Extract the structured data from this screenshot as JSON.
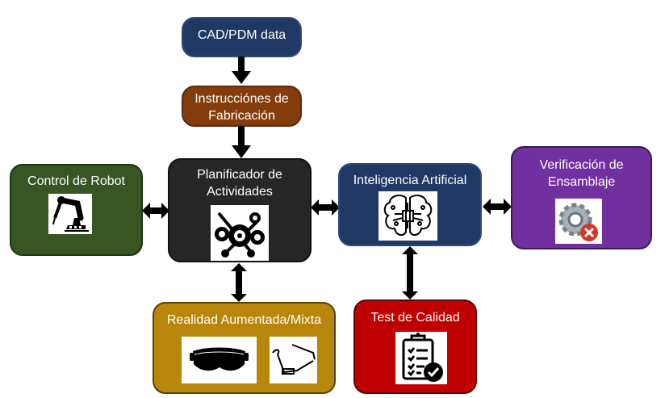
{
  "diagram": {
    "nodes": {
      "cad": {
        "label": "CAD/PDM data",
        "color": "#1f3864"
      },
      "instrucciones": {
        "label": "Instrucciónes de Fabricación",
        "line1": "Instrucciónes de",
        "line2": "Fabricación",
        "color": "#843c0c"
      },
      "robot": {
        "label": "Control de Robot",
        "color": "#375623",
        "icon": "robot-arm-icon"
      },
      "planificador": {
        "label": "Planificador de Actividades",
        "line1": "Planificador de",
        "line2": "Actividades",
        "color": "#262626",
        "icon": "gears-tools-icon"
      },
      "ia": {
        "label": "Inteligencia Artificial",
        "color": "#1f3864",
        "icon": "brain-chip-icon"
      },
      "verificacion": {
        "label": "Verificación de Ensamblaje",
        "line1": "Verificación de",
        "line2": "Ensamblaje",
        "color": "#7030a0",
        "icon": "gear-error-icon"
      },
      "realidad": {
        "label": "Realidad Aumentada/Mixta",
        "color": "#b8860b",
        "icons": [
          "mixed-reality-headset-icon",
          "smart-glasses-icon"
        ]
      },
      "test": {
        "label": "Test de Calidad",
        "color": "#c00000",
        "icon": "clipboard-check-icon"
      }
    },
    "edges": [
      {
        "from": "cad",
        "to": "instrucciones",
        "type": "one-way"
      },
      {
        "from": "instrucciones",
        "to": "planificador",
        "type": "one-way"
      },
      {
        "from": "robot",
        "to": "planificador",
        "type": "two-way"
      },
      {
        "from": "planificador",
        "to": "ia",
        "type": "two-way"
      },
      {
        "from": "ia",
        "to": "verificacion",
        "type": "two-way"
      },
      {
        "from": "planificador",
        "to": "realidad",
        "type": "two-way"
      },
      {
        "from": "ia",
        "to": "test",
        "type": "two-way"
      }
    ]
  }
}
